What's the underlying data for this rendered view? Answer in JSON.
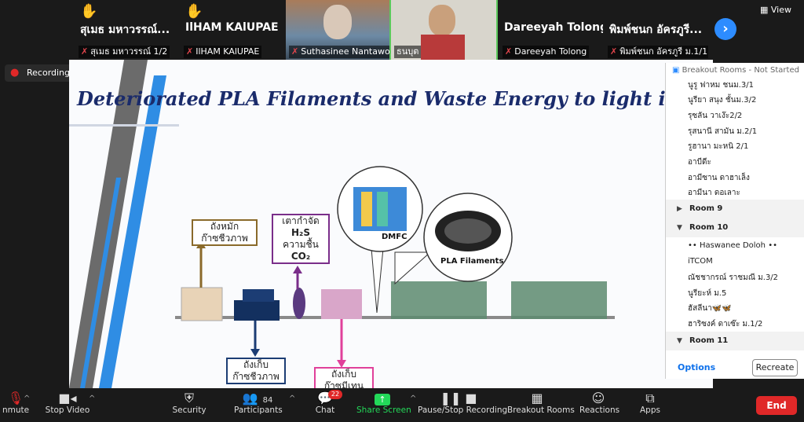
{
  "gallery": {
    "tiles": [
      {
        "name": "สุเมธ มหาวรรณ์...",
        "label": "สุเมธ มหาวรรณ์ 1/2",
        "hand": true
      },
      {
        "name": "IlHAM KAlUPAE",
        "label": "IlHAM KAlUPAE",
        "hand": true
      },
      {
        "label": "Suthasinee Nantawong"
      },
      {
        "label": "ธนบุต"
      },
      {
        "name": "Dareeyah Tolong",
        "label": "Dareeyah Tolong"
      },
      {
        "name": "พิมพ์ชนก อัครภูรี...",
        "label": "พิมพ์ชนก อัครภูรี ม.1/1"
      }
    ],
    "view_label": "View"
  },
  "recording": {
    "label": "Recording..."
  },
  "slide": {
    "title": "Deteriorated PLA Filaments and Waste Energy to light innovation",
    "labels": {
      "tank_ferment": [
        "ถังหมัก",
        "ก๊าซชีวภาพ"
      ],
      "burner": [
        "เตากำจัด",
        "H₂S",
        "ความชื้น",
        "CO₂"
      ],
      "tank_store": [
        "ถังเก็บ",
        "ก๊าซชีวภาพ"
      ],
      "tank_methane": [
        "ถังเก็บ",
        "ก๊าซมีเทน"
      ],
      "dmfc": "DMFC",
      "pla": "PLA Filaments"
    }
  },
  "breakout": {
    "header": "Breakout Rooms - Not Started",
    "room8_people": [
      "นูรู ฟาหม ชนม.3/1",
      "นูรียา สนุง ชั้นม.3/2",
      "รุซลัน วาเง๊ะ2/2",
      "รุสนานี สามัน ม.2/1",
      "รูฮานา มะหนิ 2/1",
      "อาบีดีะ",
      "อามีซาน ดาฮาเล็ง",
      "อามีนา ดอเลาะ"
    ],
    "rooms": [
      {
        "name": "Room 9",
        "expanded": false
      },
      {
        "name": "Room 10",
        "expanded": true,
        "people": [
          "•• Haswanee Doloh ••",
          "iTCOM",
          "ณัชชากรณ์ ราชมณี ม.3/2",
          "นูรียะห์ ม.5",
          "ฮัสลีนา🦋🦋",
          "ฮาริซงค์ ดาเซ๊ะ ม.1/2"
        ]
      },
      {
        "name": "Room 11",
        "expanded": true
      }
    ],
    "options_label": "Options",
    "recreate_label": "Recreate"
  },
  "toolbar": {
    "unmute": "nmute",
    "stop_video": "Stop Video",
    "security": "Security",
    "participants": "Participants",
    "participants_count": "84",
    "chat": "Chat",
    "chat_badge": "22",
    "share": "Share Screen",
    "pause_rec": "Pause/Stop Recording",
    "breakout": "Breakout Rooms",
    "reactions": "Reactions",
    "apps": "Apps",
    "end": "End"
  },
  "colors": {
    "share_green": "#23d959",
    "end_red": "#e02828",
    "zoom_blue": "#2d8cff",
    "title_navy": "#1a2b6b"
  }
}
